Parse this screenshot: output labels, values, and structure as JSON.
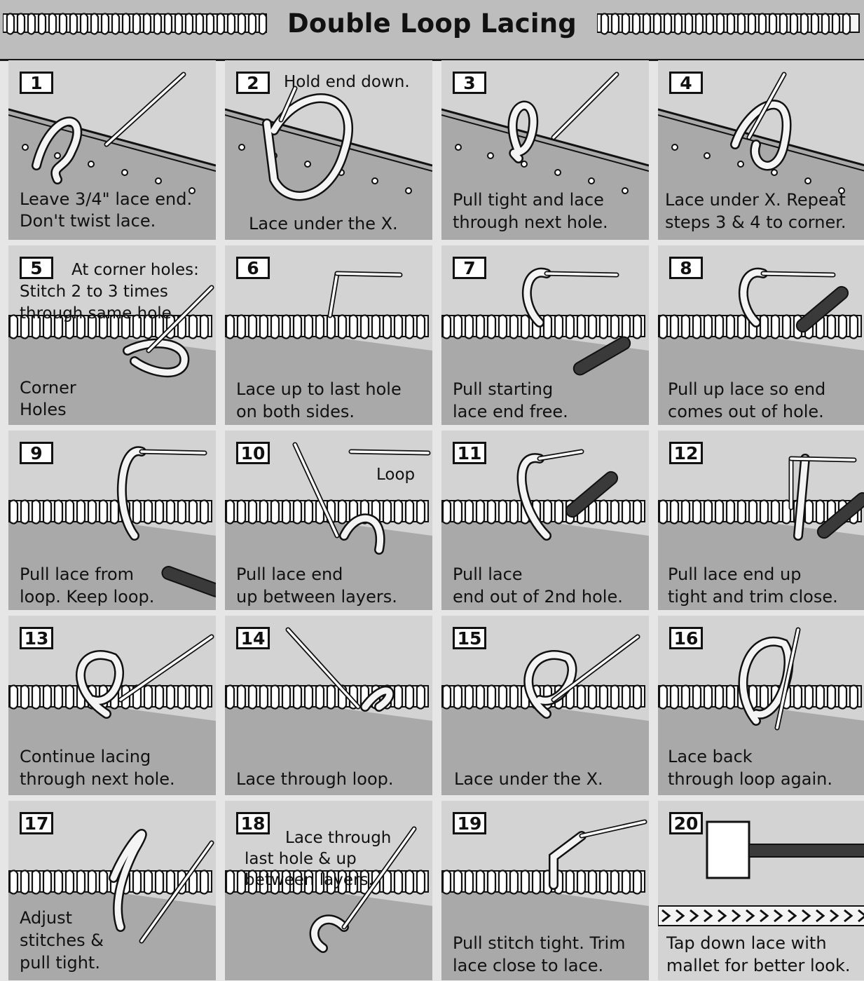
{
  "title": "Double Loop Lacing",
  "panels": [
    {
      "num": "1",
      "lines": [
        "Leave 3/4\" lace end.",
        "Don't twist lace."
      ]
    },
    {
      "num": "2",
      "note": "Hold end down.",
      "lines": [
        "Lace under the X."
      ]
    },
    {
      "num": "3",
      "lines": [
        "Pull tight and lace",
        "through next hole."
      ]
    },
    {
      "num": "4",
      "lines": [
        "Lace under X. Repeat",
        "steps 3 & 4 to corner."
      ]
    },
    {
      "num": "5",
      "note_lines": [
        "At corner holes:",
        "Stitch 2 to 3 times",
        "through same hole."
      ],
      "lines": [
        "Corner",
        "Holes"
      ]
    },
    {
      "num": "6",
      "lines": [
        "Lace up to last hole",
        "on both sides."
      ]
    },
    {
      "num": "7",
      "lines": [
        "Pull starting",
        "lace end free."
      ]
    },
    {
      "num": "8",
      "lines": [
        "Pull up lace so end",
        "comes out of hole."
      ]
    },
    {
      "num": "9",
      "lines": [
        "Pull lace from",
        "loop. Keep loop."
      ]
    },
    {
      "num": "10",
      "note": "Loop",
      "lines": [
        "Pull lace end",
        "up between layers."
      ]
    },
    {
      "num": "11",
      "lines": [
        "Pull lace",
        "end out of 2nd hole."
      ]
    },
    {
      "num": "12",
      "lines": [
        "Pull lace end up",
        "tight and trim close."
      ]
    },
    {
      "num": "13",
      "lines": [
        "Continue lacing",
        "through next hole."
      ]
    },
    {
      "num": "14",
      "lines": [
        "Lace through loop."
      ]
    },
    {
      "num": "15",
      "lines": [
        "Lace under the X."
      ]
    },
    {
      "num": "16",
      "lines": [
        "Lace back",
        "through loop again."
      ]
    },
    {
      "num": "17",
      "lines": [
        "Adjust",
        "stitches &",
        "pull tight."
      ]
    },
    {
      "num": "18",
      "note_lines": [
        "Lace through",
        "last hole & up",
        "between layers."
      ],
      "lines": []
    },
    {
      "num": "19",
      "lines": [
        "Pull stitch tight. Trim",
        "lace close to lace."
      ]
    },
    {
      "num": "20",
      "lines": [
        "Tap down lace with",
        "mallet for better look."
      ]
    }
  ],
  "colors": {
    "leather": "#a9a9a9",
    "lace": "#f4f4f4",
    "ink": "#111111",
    "needle": "#ffffff",
    "handle": "#3a3a3a"
  }
}
